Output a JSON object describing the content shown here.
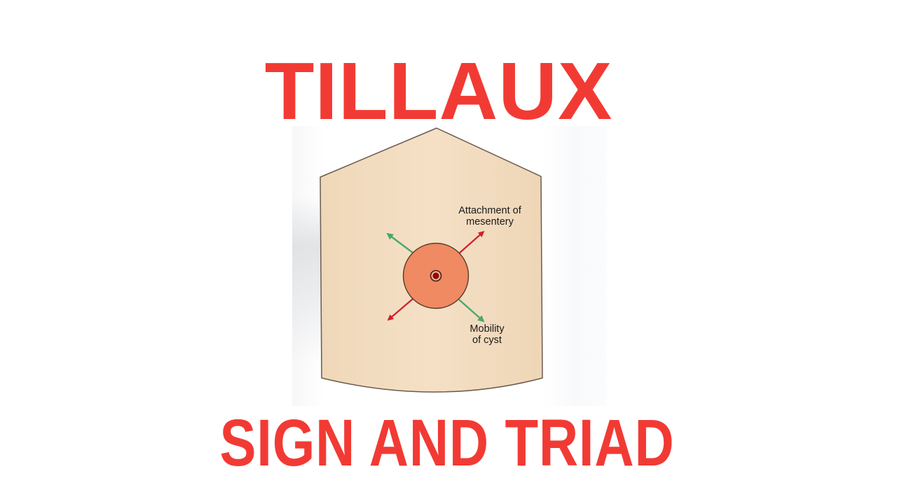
{
  "title": {
    "top": "TILLAUX",
    "bottom": "SIGN AND TRIAD",
    "color": "#f23a34"
  },
  "diagram": {
    "description": "Abdomen outline with central mesenteric cyst showing mobility axes",
    "colors": {
      "abdomen_fill": "#f2dcc0",
      "abdomen_stroke": "#6b5a4e",
      "cyst_fill": "#ef8a62",
      "cyst_stroke": "#5a3a2a",
      "cyst_center_ring": "#f5b08a",
      "cyst_center_dot": "#8b0a10",
      "attachment_arrow": "#d0202a",
      "mobility_arrow": "#4aa86a"
    },
    "labels": {
      "attachment_line1": "Attachment of",
      "attachment_line2": "mesentery",
      "mobility_line1": "Mobility",
      "mobility_line2": "of cyst"
    },
    "arrows": [
      {
        "name": "attachment-of-mesentery-axis",
        "color": "red",
        "direction": "bottom-left to top-right"
      },
      {
        "name": "mobility-of-cyst-axis",
        "color": "green",
        "direction": "top-left to bottom-right"
      }
    ]
  }
}
